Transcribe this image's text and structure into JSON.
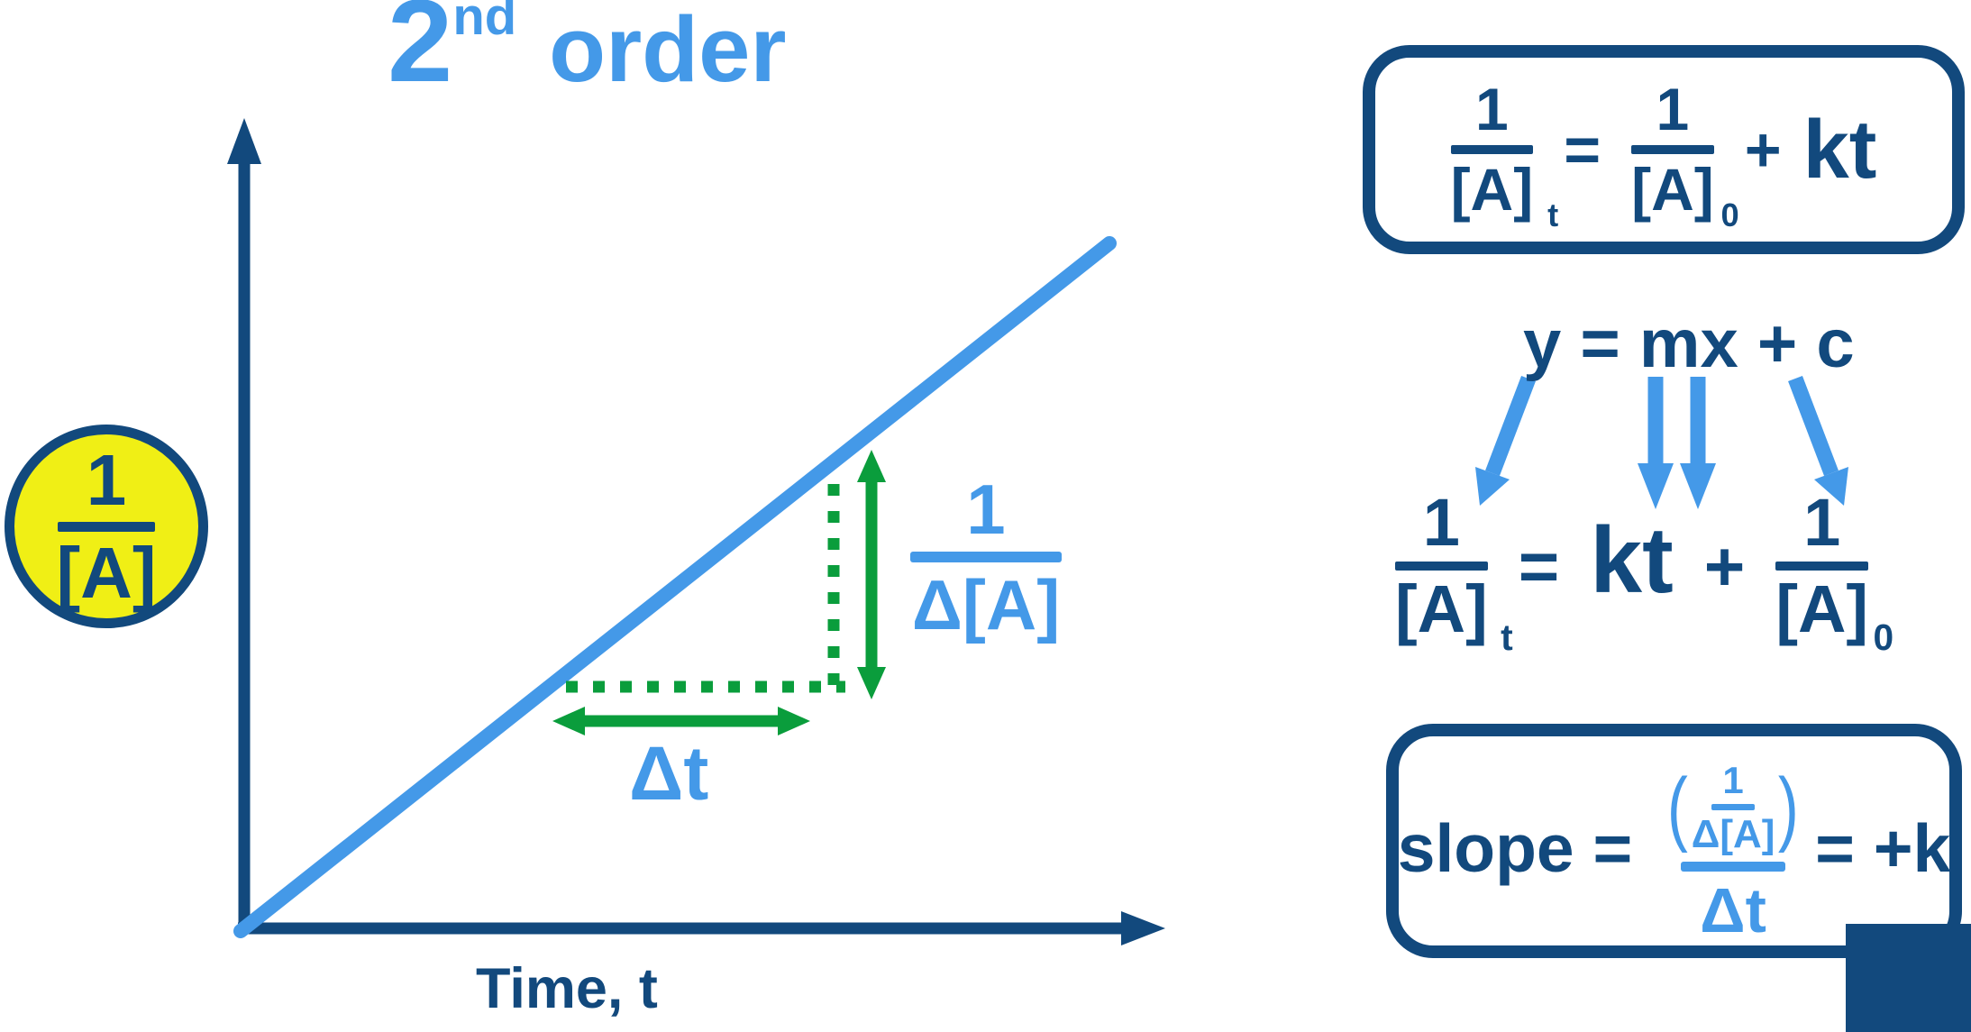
{
  "colors": {
    "navy": "#12497d",
    "blue": "#4499e8",
    "green": "#0a9d3c",
    "yellow": "#f0ef15",
    "bg": "#ffffff"
  },
  "title": {
    "base": "2",
    "sup": "nd",
    "rest": "order"
  },
  "graph": {
    "x_axis_label": "Time, t",
    "y_axis_badge": {
      "numerator": "1",
      "denominator": "[A]"
    },
    "run_label": "Δt",
    "rise_fraction": {
      "numerator": "1",
      "denominator": "Δ[A]"
    }
  },
  "integrated_box": {
    "lhs": {
      "numerator": "1",
      "denominator": "[A]",
      "subscript": "t"
    },
    "equals": "=",
    "rhs": {
      "numerator": "1",
      "denominator": "[A]",
      "subscript": "0"
    },
    "plus": "+",
    "kt": "kt"
  },
  "linear_form": {
    "formula": "y = mx + c",
    "lhs": {
      "numerator": "1",
      "denominator": "[A]",
      "subscript": "t"
    },
    "equals": "=",
    "kt": "kt",
    "plus": "+",
    "rhs": {
      "numerator": "1",
      "denominator": "[A]",
      "subscript": "0"
    }
  },
  "slope_box": {
    "lead": "slope = ",
    "inner": {
      "open": "(",
      "numerator": "1",
      "denominator": "Δ[A]",
      "close": ")"
    },
    "denominator": "Δt",
    "result": "= +k"
  }
}
